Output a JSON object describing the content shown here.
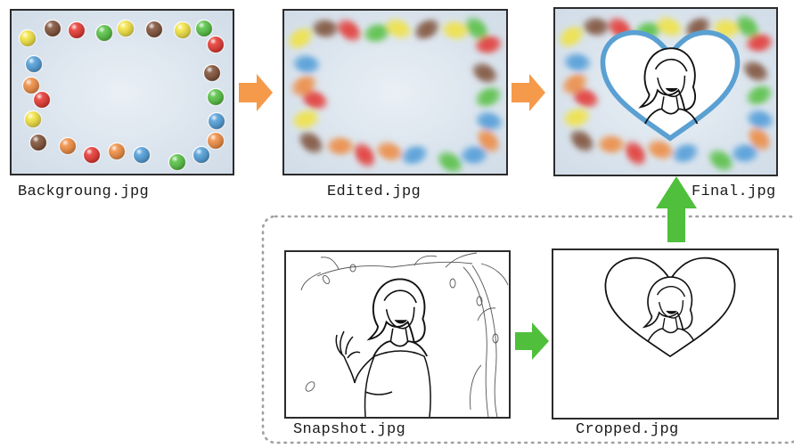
{
  "diagram": {
    "captions": {
      "background": "Backgroung.jpg",
      "edited": "Edited.jpg",
      "final": "Final.jpg",
      "snapshot": "Snapshot.jpg",
      "cropped": "Cropped.jpg"
    },
    "colors": {
      "frame_fill": "#dde6ef",
      "dot_red": "#e5302a",
      "dot_orange": "#f0883a",
      "dot_yellow": "#f2e23a",
      "dot_green": "#4fbf3c",
      "dot_blue": "#4a9ad8",
      "dot_brown": "#7a4a30",
      "arrow_orange": "#f59a4a",
      "arrow_green": "#4fbf3c",
      "heart_blue": "#5aa0d2",
      "dotted_border": "#a0a0a0"
    }
  }
}
